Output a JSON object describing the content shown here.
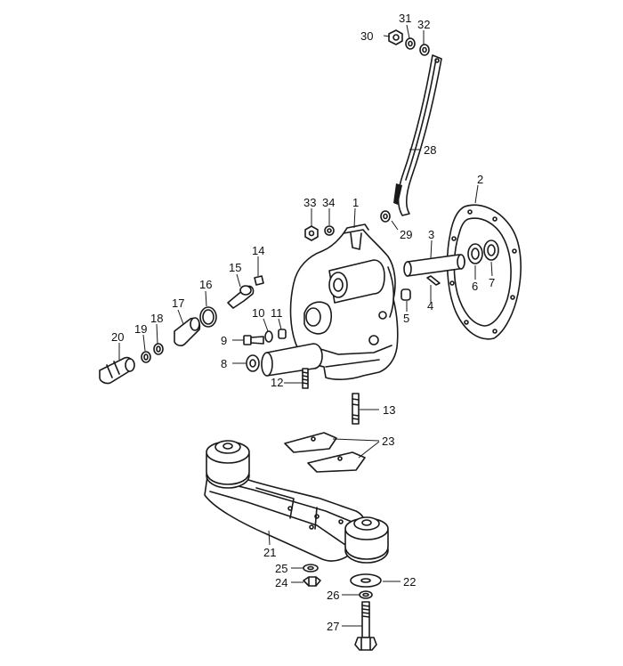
{
  "callouts": [
    "1",
    "2",
    "3",
    "4",
    "5",
    "6",
    "7",
    "8",
    "9",
    "10",
    "11",
    "12",
    "13",
    "14",
    "15",
    "16",
    "17",
    "18",
    "19",
    "20",
    "21",
    "22",
    "23",
    "24",
    "25",
    "26",
    "27",
    "28",
    "29",
    "30",
    "31",
    "32",
    "33",
    "34"
  ]
}
